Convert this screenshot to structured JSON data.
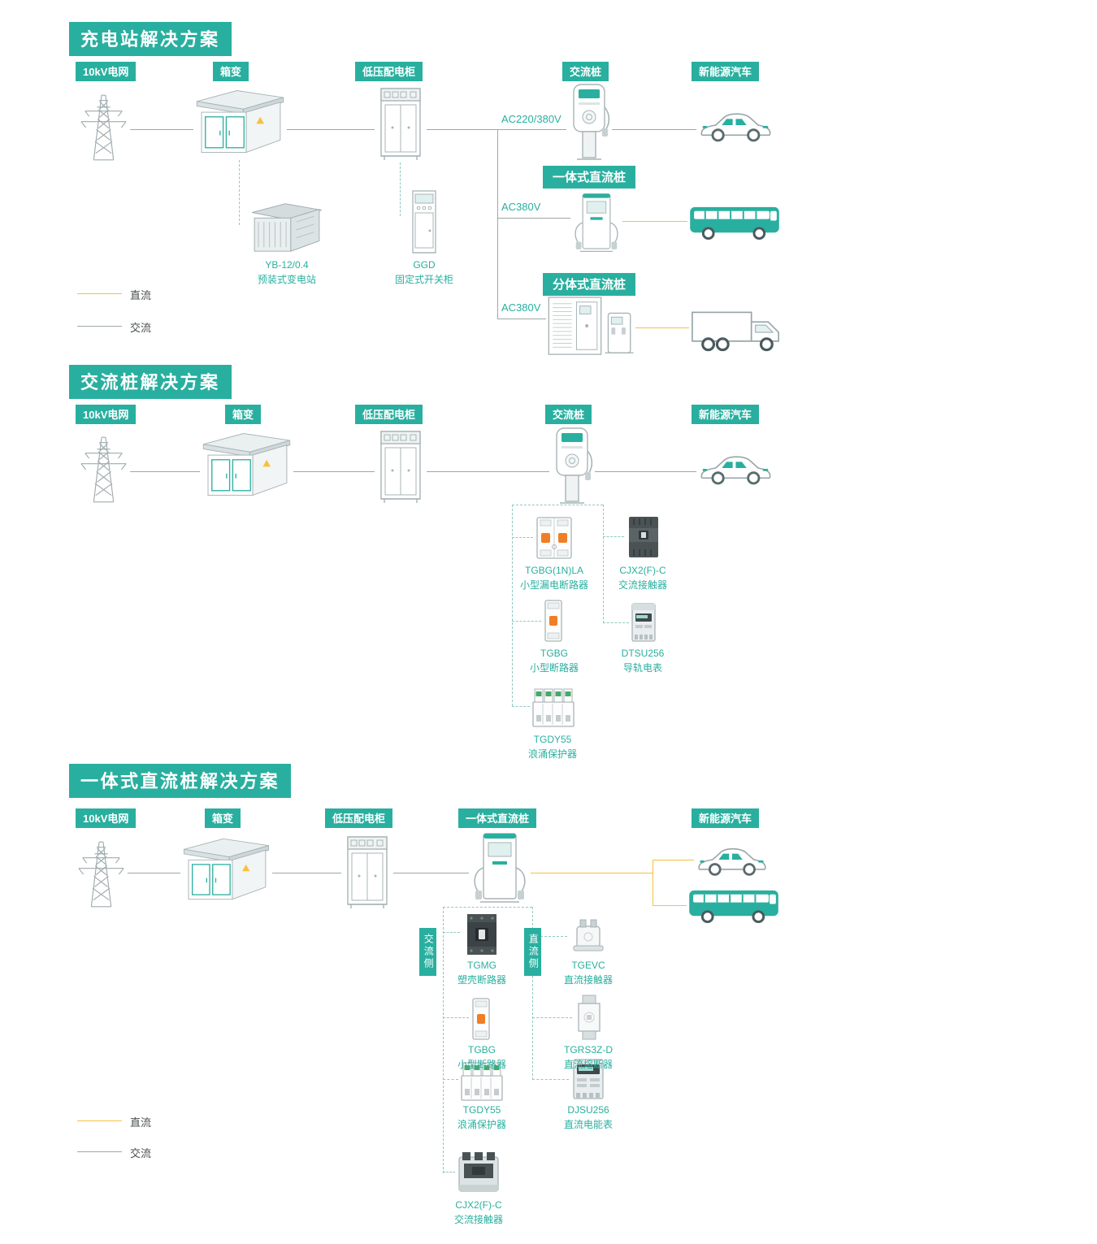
{
  "colors": {
    "teal": "#29AF9F",
    "dc_line": "#F6C13D",
    "ac_line": "#9FA6A8",
    "dashed_line": "#8FC9C1"
  },
  "legend": {
    "dc": "直流",
    "ac": "交流"
  },
  "section1": {
    "title": "充电站解决方案",
    "badges": {
      "grid": "10kV电网",
      "transformer": "箱变",
      "lv_cabinet": "低压配电柜",
      "ac_pile": "交流桩",
      "ev": "新能源汽车"
    },
    "banners": {
      "dc_integrated": "一体式直流桩",
      "dc_split": "分体式直流桩"
    },
    "line_labels": {
      "to_ac_pile": "AC220/380V",
      "to_dc_integrated": "AC380V",
      "to_dc_split": "AC380V"
    },
    "captions": {
      "yb": {
        "model": "YB-12/0.4",
        "name": "预装式变电站"
      },
      "ggd": {
        "model": "GGD",
        "name": "固定式开关柜"
      }
    }
  },
  "section2": {
    "title": "交流桩解决方案",
    "badges": {
      "grid": "10kV电网",
      "transformer": "箱变",
      "lv_cabinet": "低压配电柜",
      "ac_pile": "交流桩",
      "ev": "新能源汽车"
    },
    "products": {
      "rcbo": {
        "model": "TGBG(1N)LA",
        "name": "小型漏电断路器"
      },
      "ac_contactor": {
        "model": "CJX2(F)-C",
        "name": "交流接触器"
      },
      "mcb": {
        "model": "TGBG",
        "name": "小型断路器"
      },
      "rail_meter": {
        "model": "DTSU256",
        "name": "导轨电表"
      },
      "spd": {
        "model": "TGDY55",
        "name": "浪涌保护器"
      }
    }
  },
  "section3": {
    "title": "一体式直流桩解决方案",
    "badges": {
      "grid": "10kV电网",
      "transformer": "箱变",
      "lv_cabinet": "低压配电柜",
      "dc_pile": "一体式直流桩",
      "ev": "新能源汽车"
    },
    "side_labels": {
      "ac": "交流侧",
      "dc": "直流侧"
    },
    "products": {
      "mccb": {
        "model": "TGMG",
        "name": "塑壳断路器"
      },
      "dc_contactor": {
        "model": "TGEVC",
        "name": "直流接触器"
      },
      "mcb": {
        "model": "TGBG",
        "name": "小型断路器"
      },
      "dc_fuse": {
        "model": "TGRS3Z-D",
        "name": "直流熔断器"
      },
      "spd": {
        "model": "TGDY55",
        "name": "浪涌保护器"
      },
      "dc_meter": {
        "model": "DJSU256",
        "name": "直流电能表"
      },
      "ac_contactor": {
        "model": "CJX2(F)-C",
        "name": "交流接触器"
      }
    }
  }
}
